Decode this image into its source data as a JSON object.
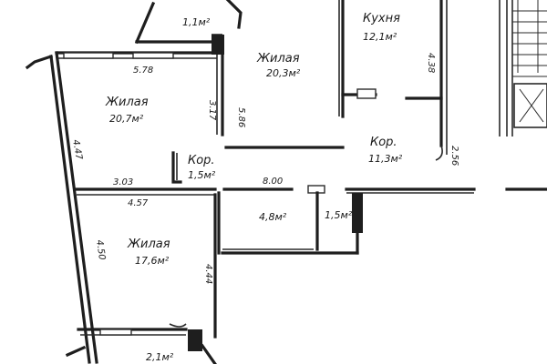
{
  "rooms": {
    "top_small": {
      "area": "1,1м²"
    },
    "living_top": {
      "name": "Жилая",
      "area": "20,3м²"
    },
    "kitchen": {
      "name": "Кухня",
      "area": "12,1м²"
    },
    "living_left": {
      "name": "Жилая",
      "area": "20,7м²"
    },
    "corridor_small": {
      "name": "Кор.",
      "area": "1,5м²"
    },
    "corridor_main": {
      "name": "Кор.",
      "area": "11,3м²"
    },
    "storage_a": {
      "area": "4,8м²"
    },
    "storage_b": {
      "area": "1,5м²"
    },
    "living_bottom": {
      "name": "Жилая",
      "area": "17,6м²"
    },
    "balcony_bottom": {
      "area": "2,1м²"
    }
  },
  "dimensions": {
    "d578": "5.78",
    "d586": "5.86",
    "d317": "3.17",
    "d438": "4.38",
    "d447": "4.47",
    "d303": "3.03",
    "d457": "4.57",
    "d800": "8.00",
    "d256": "2.56",
    "d450": "4.50",
    "d444": "4.44"
  }
}
